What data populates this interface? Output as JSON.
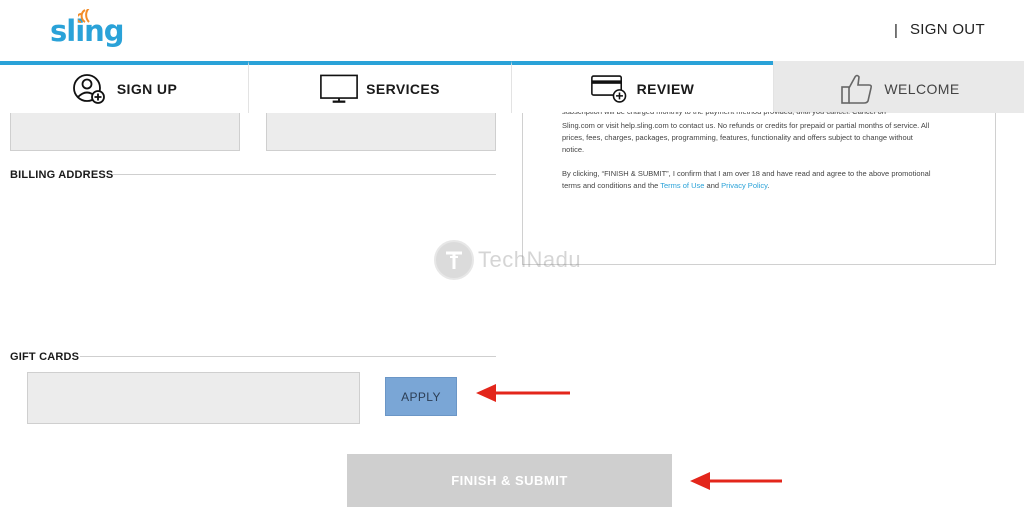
{
  "header": {
    "logo": "sling",
    "separator": "|",
    "sign_out": "SIGN OUT"
  },
  "steps": [
    {
      "label": "SIGN UP",
      "icon": "add-user-icon",
      "state": "completed"
    },
    {
      "label": "SERVICES",
      "icon": "tv-icon",
      "state": "completed"
    },
    {
      "label": "REVIEW",
      "icon": "credit-card-icon",
      "state": "current"
    },
    {
      "label": "WELCOME",
      "icon": "thumbs-up-icon",
      "state": "upcoming"
    }
  ],
  "form": {
    "billing_address_title": "BILLING ADDRESS",
    "gift_cards_title": "GIFT CARDS",
    "gift_card_value": "",
    "apply_label": "APPLY",
    "submit_label": "FINISH & SUBMIT"
  },
  "legal": {
    "paragraph1_line1": "subscription will be charged monthly to the payment method provided, until you cancel. Cancel on",
    "paragraph1_line2": "Sling.com or visit help.sling.com to contact us. No refunds or credits for prepaid or partial months of service. All",
    "paragraph1_line3": "prices, fees, charges, packages, programming, features, functionality and offers subject to change without",
    "paragraph1_line4": "notice.",
    "paragraph2_line1": "By clicking, “FINISH & SUBMIT”, I confirm that I am over 18 and have read and agree to the above promotional",
    "paragraph2_line2_prefix": "terms and conditions and the ",
    "terms_link": "Terms of Use",
    "and_text": " and ",
    "privacy_link": "Privacy Policy",
    "paragraph2_end": "."
  },
  "watermark": "TechNadu",
  "colors": {
    "brand": "#2aa2d8",
    "apply_button": "#7aa6d6",
    "submit_disabled": "#cfcfcf",
    "annotation_arrow": "#e3261b"
  }
}
